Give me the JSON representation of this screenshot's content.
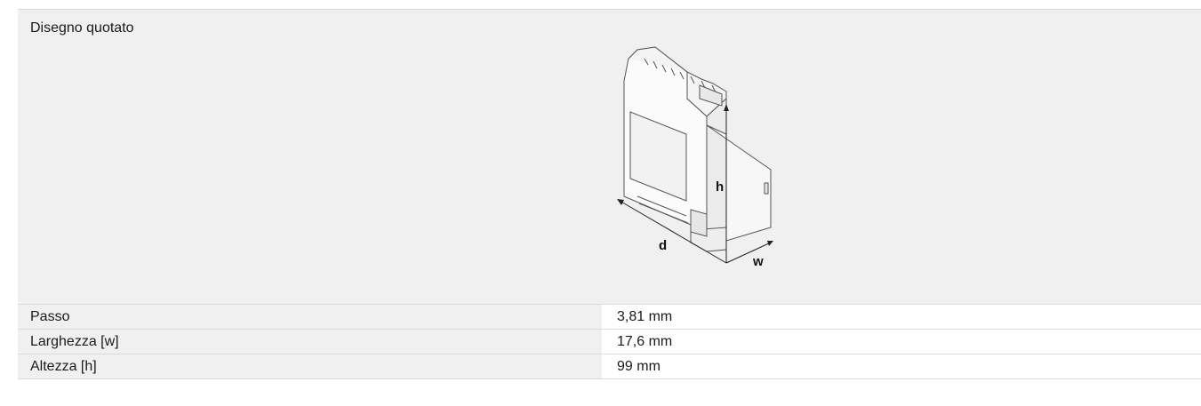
{
  "drawing_row": {
    "label": "Disegno quotato",
    "dimension_labels": {
      "h": "h",
      "d": "d",
      "w": "w"
    }
  },
  "rows": [
    {
      "label": "Passo",
      "value": "3,81 mm"
    },
    {
      "label": "Larghezza [w]",
      "value": "17,6 mm"
    },
    {
      "label": "Altezza [h]",
      "value": "99 mm"
    }
  ]
}
